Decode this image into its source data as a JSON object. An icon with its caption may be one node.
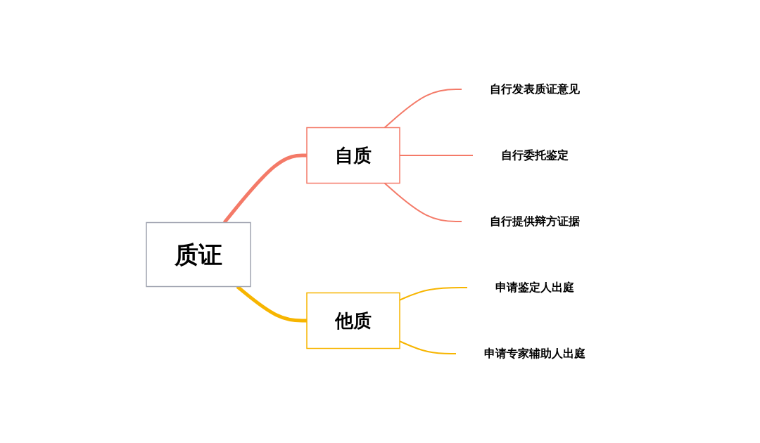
{
  "diagram": {
    "nodes": [
      {
        "text": [
          "质证"
        ]
      },
      {
        "text": [
          "自质"
        ]
      },
      {
        "text": [
          "他质"
        ]
      },
      {
        "text": [
          "自行发表质证意见"
        ]
      },
      {
        "text": [
          "自行委托鉴定"
        ]
      },
      {
        "text": [
          "自行提供辩方证据"
        ]
      },
      {
        "text": [
          "申请鉴定人出庭"
        ]
      },
      {
        "text": [
          "申请专家辅助人出庭"
        ]
      }
    ],
    "edges": [
      {
        "from": 0,
        "to": 1,
        "arrow": "none",
        "style": "thick",
        "color": "#f47a68"
      },
      {
        "from": 0,
        "to": 2,
        "arrow": "none",
        "style": "thick",
        "color": "#f7b500"
      },
      {
        "from": 1,
        "to": 3,
        "arrow": "none",
        "color": "#f47a68"
      },
      {
        "from": 1,
        "to": 4,
        "arrow": "none",
        "color": "#f47a68"
      },
      {
        "from": 1,
        "to": 5,
        "arrow": "none",
        "color": "#f47a68"
      },
      {
        "from": 2,
        "to": 6,
        "arrow": "none",
        "color": "#f7b500"
      },
      {
        "from": 2,
        "to": 7,
        "arrow": "none",
        "color": "#f7b500"
      }
    ]
  }
}
